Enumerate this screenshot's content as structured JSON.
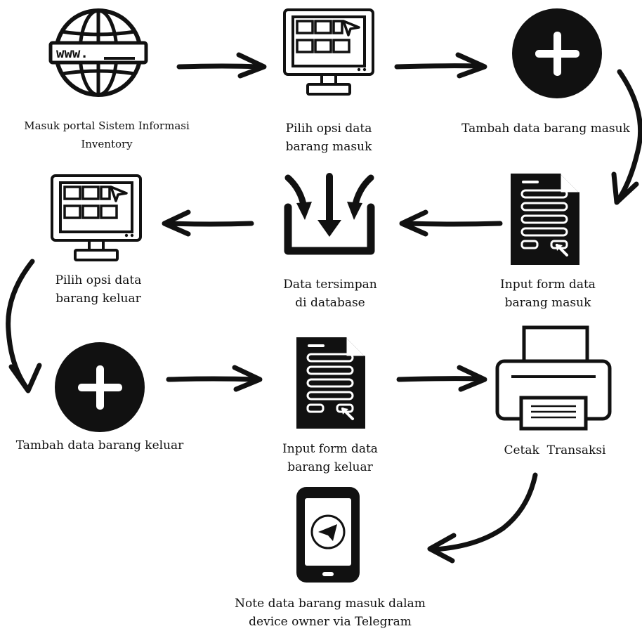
{
  "steps": [
    {
      "id": "portal",
      "icon": "globe-www-icon",
      "lines": [
        "Masuk portal Sistem Informasi",
        "Inventory"
      ]
    },
    {
      "id": "pilih-masuk",
      "icon": "monitor-dashboard-icon",
      "lines": [
        "Pilih opsi data",
        "barang masuk"
      ]
    },
    {
      "id": "tambah-masuk",
      "icon": "plus-circle-icon",
      "lines": [
        "Tambah data barang masuk"
      ]
    },
    {
      "id": "input-masuk",
      "icon": "form-document-icon",
      "lines": [
        "Input form data",
        "barang masuk"
      ]
    },
    {
      "id": "database",
      "icon": "download-tray-icon",
      "lines": [
        "Data tersimpan",
        "di database"
      ]
    },
    {
      "id": "pilih-keluar",
      "icon": "monitor-dashboard-icon",
      "lines": [
        "Pilih opsi data",
        "barang keluar"
      ]
    },
    {
      "id": "tambah-keluar",
      "icon": "plus-circle-icon",
      "lines": [
        "Tambah data barang keluar"
      ]
    },
    {
      "id": "input-keluar",
      "icon": "form-document-icon",
      "lines": [
        "Input form data",
        "barang keluar"
      ]
    },
    {
      "id": "cetak",
      "icon": "printer-icon",
      "lines": [
        "Cetak  Transaksi"
      ]
    },
    {
      "id": "telegram",
      "icon": "smartphone-telegram-icon",
      "lines": [
        "Note data barang masuk dalam",
        "device owner via Telegram"
      ]
    }
  ],
  "colors": {
    "ink": "#111111",
    "background": "#ffffff"
  }
}
